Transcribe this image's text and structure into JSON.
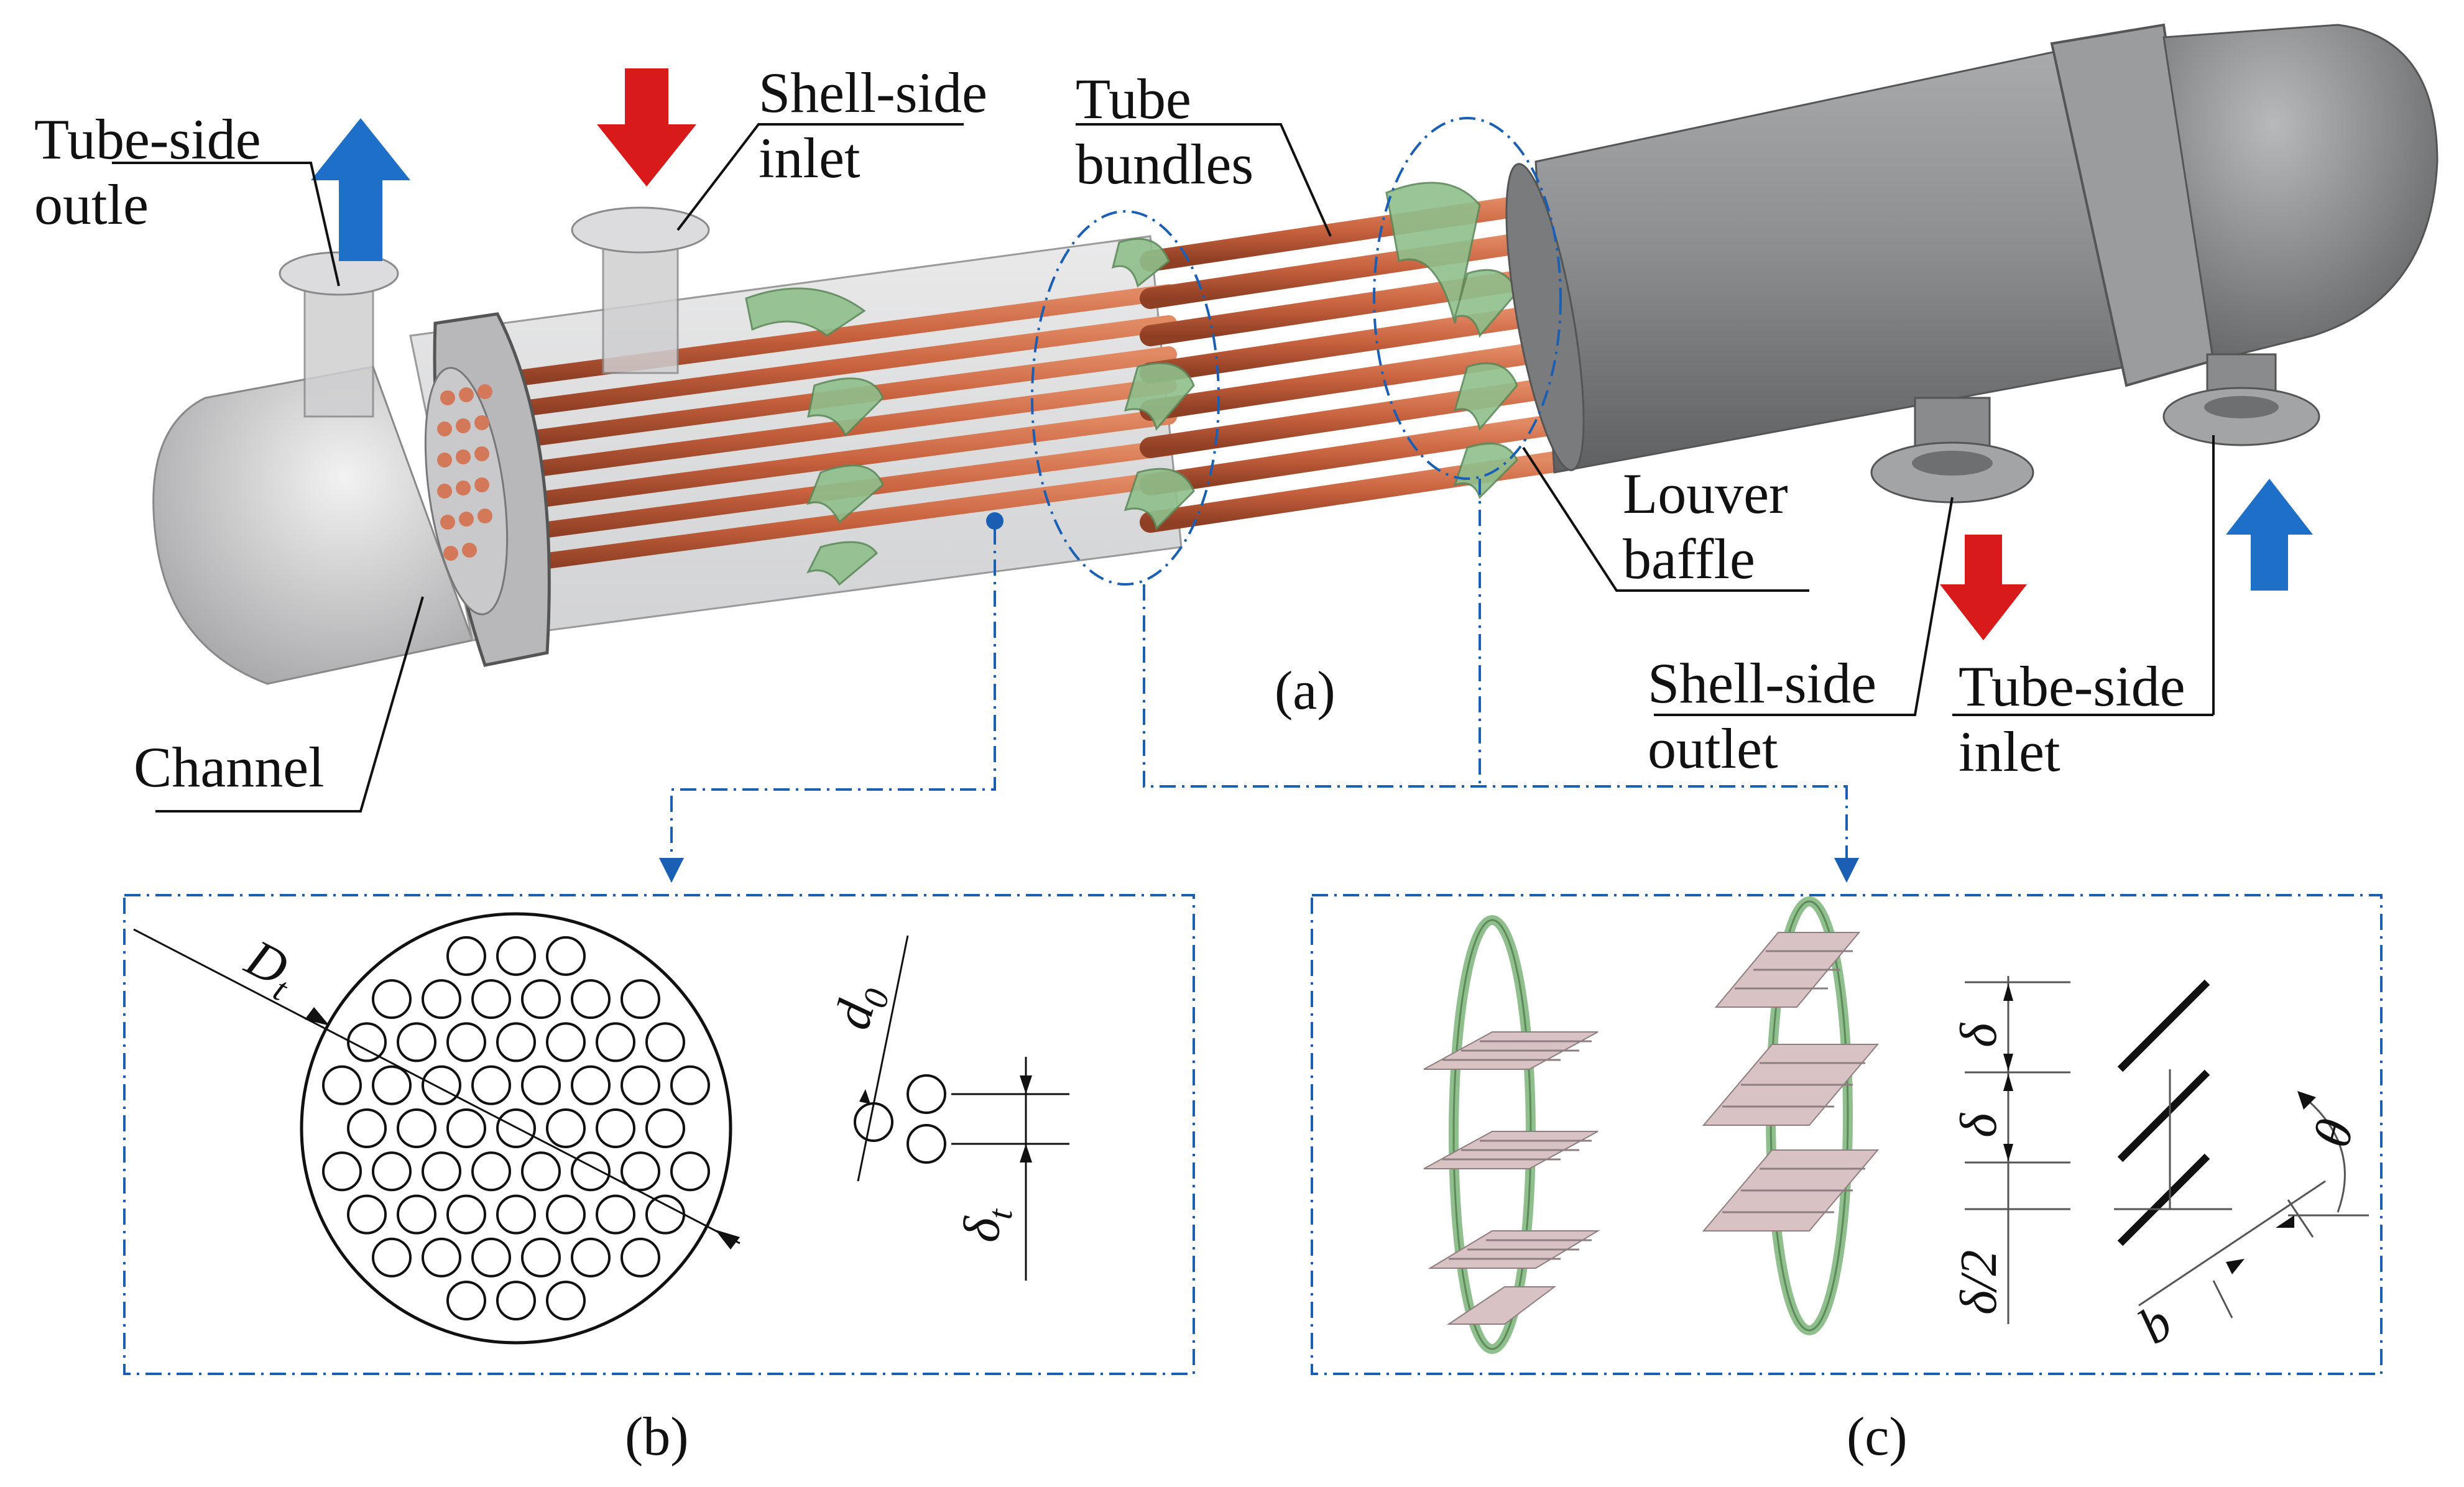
{
  "labels": {
    "tube_side_outlet_1": "Tube-side",
    "tube_side_outlet_2": "outle",
    "shell_side_inlet_1": "Shell-side",
    "shell_side_inlet_2": "inlet",
    "tube_bundles_1": "Tube",
    "tube_bundles_2": "bundles",
    "louver_baffle_1": "Louver",
    "louver_baffle_2": "baffle",
    "channel": "Channel",
    "shell_side_outlet_1": "Shell-side",
    "shell_side_outlet_2": "outlet",
    "tube_side_inlet_1": "Tube-side",
    "tube_side_inlet_2": "inlet"
  },
  "captions": {
    "a": "(a)",
    "b": "(b)",
    "c": "(c)"
  },
  "symbols": {
    "Dt": "D",
    "Dt_sub": "t",
    "d0": "d",
    "d0_sub": "0",
    "delta_t": "δ",
    "delta_t_sub": "t",
    "delta": "δ",
    "delta_half": "δ/2",
    "theta": "θ",
    "b": "b"
  },
  "colors": {
    "tube": "#c8623f",
    "baffle": "#8fbf8c",
    "shell": "#8e8f91",
    "inlet_arrow": "#d91a1a",
    "outlet_arrow": "#1e6fc8",
    "leader": "#1a5fb4"
  }
}
